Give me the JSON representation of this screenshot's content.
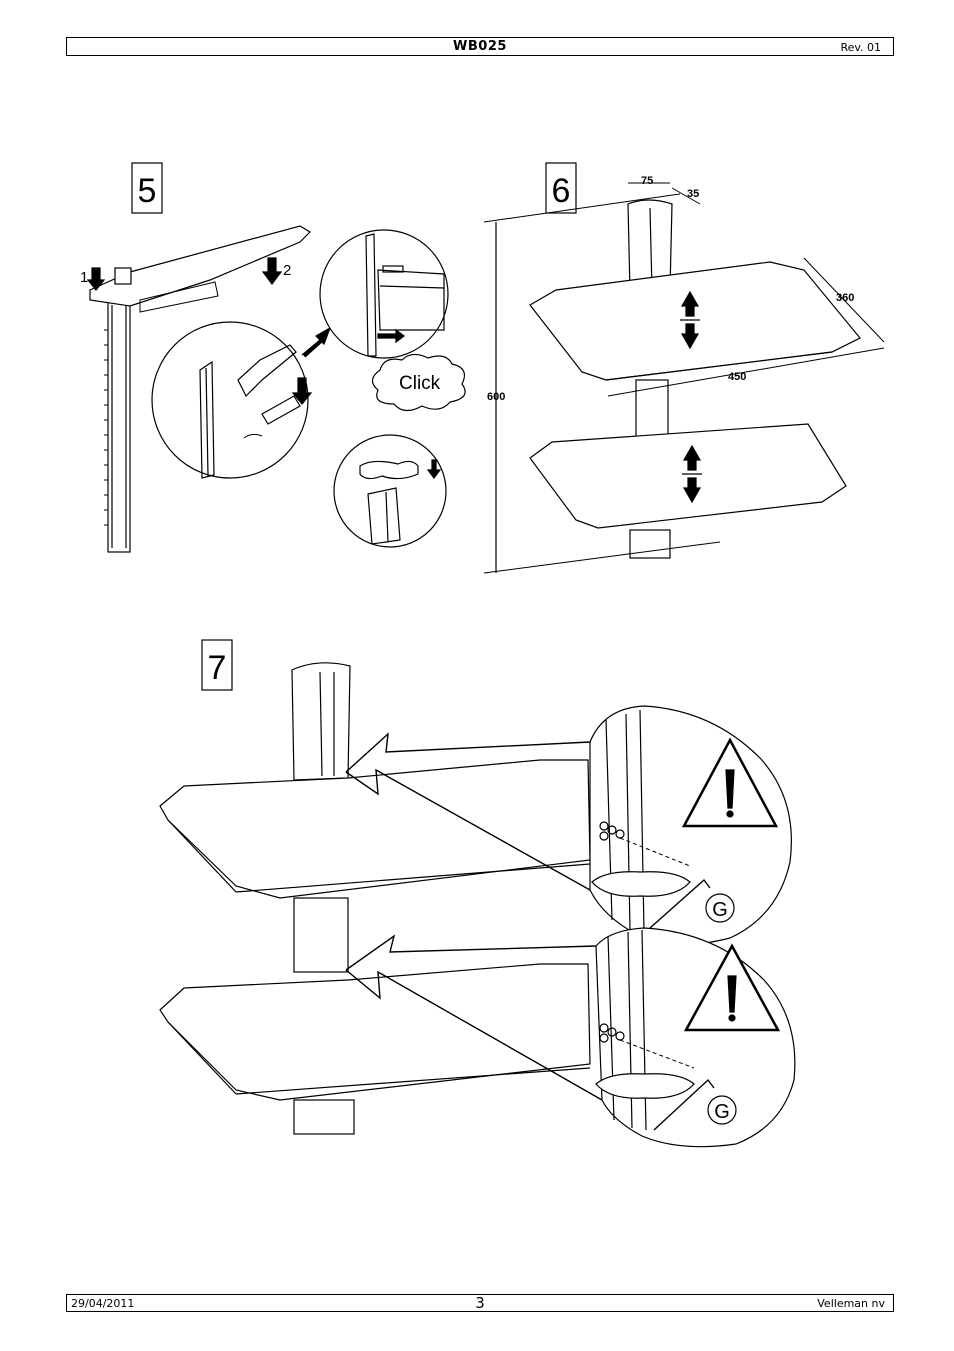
{
  "header": {
    "title": "WB025",
    "revision": "Rev. 01"
  },
  "figures": {
    "step5": {
      "number": "5",
      "arrow1": "1",
      "arrow2": "2",
      "click": "Click"
    },
    "step6": {
      "number": "6",
      "dim_75": "75",
      "dim_35": "35",
      "dim_360": "360",
      "dim_450": "450",
      "dim_600": "600"
    },
    "step7": {
      "number": "7",
      "label_g": "G"
    }
  },
  "footer": {
    "date": "29/04/2011",
    "page": "3",
    "company": "Velleman nv"
  }
}
